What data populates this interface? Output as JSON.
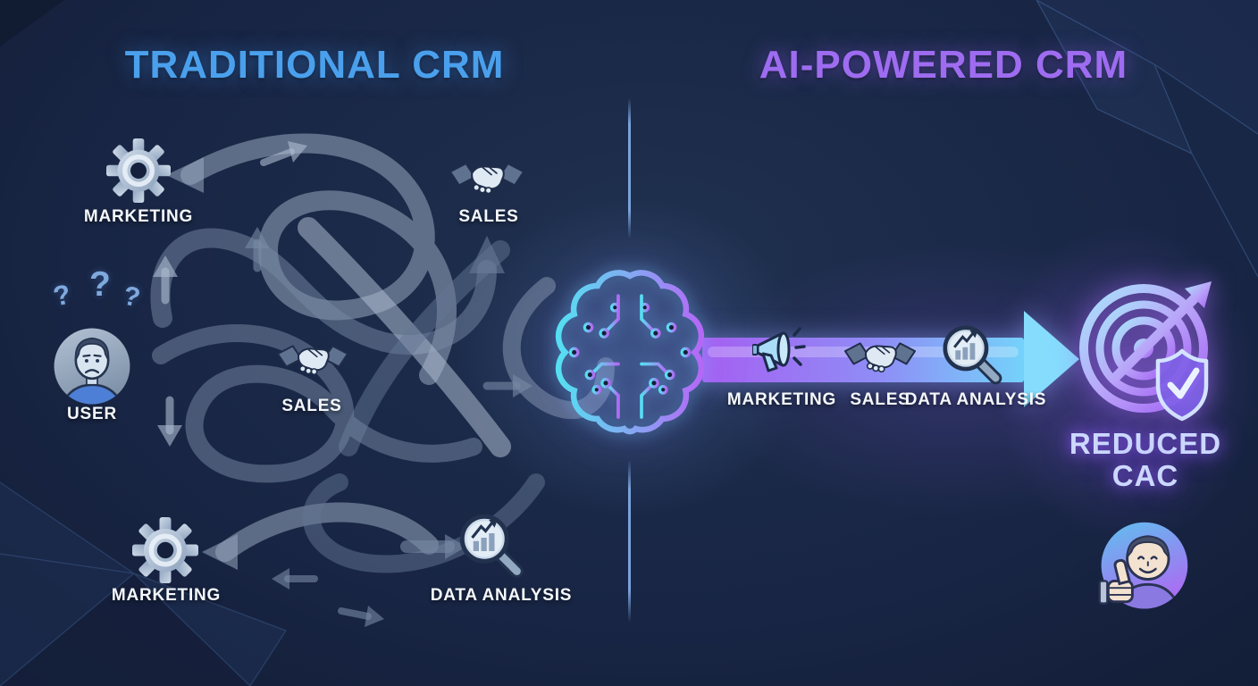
{
  "header": {
    "left_title": "TRADITIONAL CRM",
    "right_title": "AI-POWERED CRM"
  },
  "left_panel": {
    "nodes": [
      {
        "id": "marketing-top",
        "label": "MARKETING",
        "icon": "gear-icon"
      },
      {
        "id": "sales-top",
        "label": "SALES",
        "icon": "handshake-icon"
      },
      {
        "id": "user",
        "label": "USER",
        "icon": "confused-user-icon"
      },
      {
        "id": "sales-middle",
        "label": "SALES",
        "icon": "handshake-icon"
      },
      {
        "id": "marketing-bottom",
        "label": "MARKETING",
        "icon": "gear-icon"
      },
      {
        "id": "data-analysis",
        "label": "DATA ANALYSIS",
        "icon": "magnifier-chart-icon"
      }
    ],
    "question_marks": [
      "?",
      "?",
      "?"
    ]
  },
  "center": {
    "brain_icon": "circuit-brain-icon",
    "divider_icon": "vertical-divider-line"
  },
  "right_panel": {
    "steps": [
      {
        "id": "marketing",
        "label": "MARKETING",
        "icon": "megaphone-icon"
      },
      {
        "id": "sales",
        "label": "SALES",
        "icon": "handshake-icon"
      },
      {
        "id": "data-analysis",
        "label": "DATA ANALYSIS",
        "icon": "magnifier-chart-icon"
      }
    ],
    "outcome": {
      "line1": "REDUCED",
      "line2": "CAC",
      "icon": "target-shield-arrow-icon"
    },
    "happy_user_icon": "thumbs-up-user-icon"
  },
  "colors": {
    "title_left": "#4aa0ec",
    "title_right": "#9e6cf0",
    "label_text": "#f4f8fc",
    "reduced_cac_text": "#ccd8ff",
    "flow_arrow_start": "#a560f2",
    "flow_arrow_end": "#74d2fa",
    "brain_gradient_start": "#55dff2",
    "brain_gradient_end": "#b468f6",
    "tangle_arrows": "#97a7be",
    "background": "#16223e"
  }
}
